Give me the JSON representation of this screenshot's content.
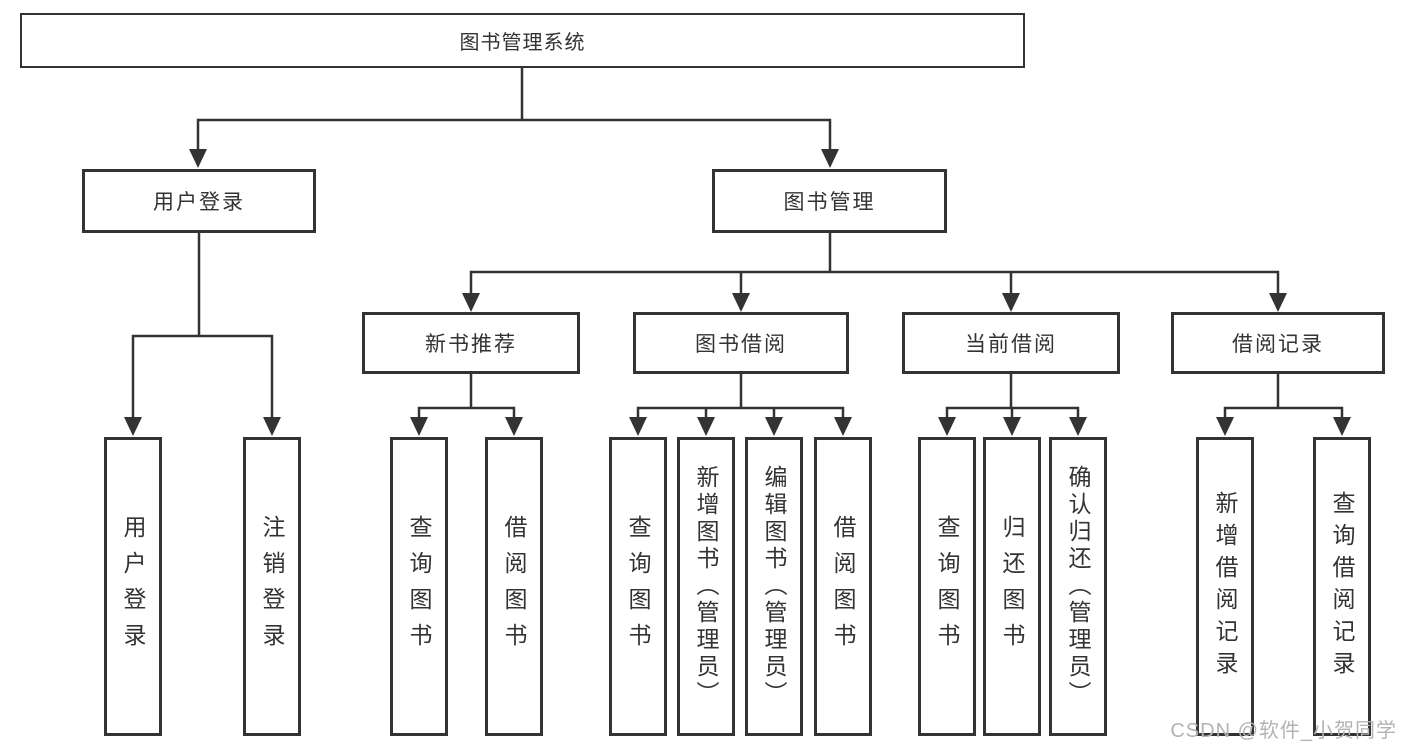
{
  "diagram": {
    "watermark": "CSDN @软件_小贺同学",
    "colors": {
      "line": "#333333",
      "text": "#333333",
      "background": "#ffffff",
      "watermark": "#b3b3b3"
    },
    "tree": {
      "root": {
        "label": "图书管理系统"
      },
      "branches": [
        {
          "label": "用户登录",
          "leaves": [
            "用户登录",
            "注销登录"
          ]
        },
        {
          "label": "图书管理",
          "sections": [
            {
              "label": "新书推荐",
              "leaves": [
                "查询图书",
                "借阅图书"
              ]
            },
            {
              "label": "图书借阅",
              "leaves": [
                "查询图书",
                "新增图书（管理员）",
                "编辑图书（管理员）",
                "借阅图书"
              ]
            },
            {
              "label": "当前借阅",
              "leaves": [
                "查询图书",
                "归还图书",
                "确认归还（管理员）"
              ]
            },
            {
              "label": "借阅记录",
              "leaves": [
                "新增借阅记录",
                "查询借阅记录"
              ]
            }
          ]
        }
      ]
    }
  }
}
